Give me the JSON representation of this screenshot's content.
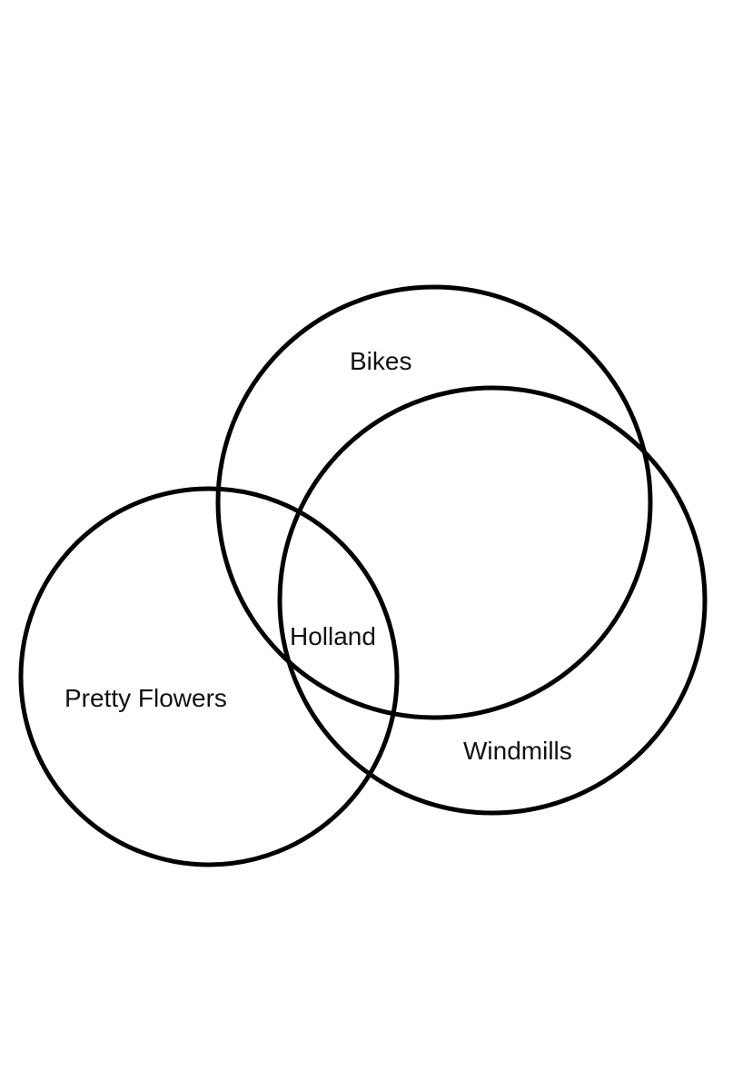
{
  "diagram": {
    "type": "venn",
    "sets": [
      {
        "id": "bikes",
        "label": "Bikes"
      },
      {
        "id": "windmills",
        "label": "Windmills"
      },
      {
        "id": "pretty_flowers",
        "label": "Pretty Flowers"
      }
    ],
    "intersection": {
      "of": [
        "bikes",
        "windmills",
        "pretty_flowers"
      ],
      "label": "Holland"
    },
    "stroke_color": "#000000",
    "background_color": "#ffffff"
  }
}
